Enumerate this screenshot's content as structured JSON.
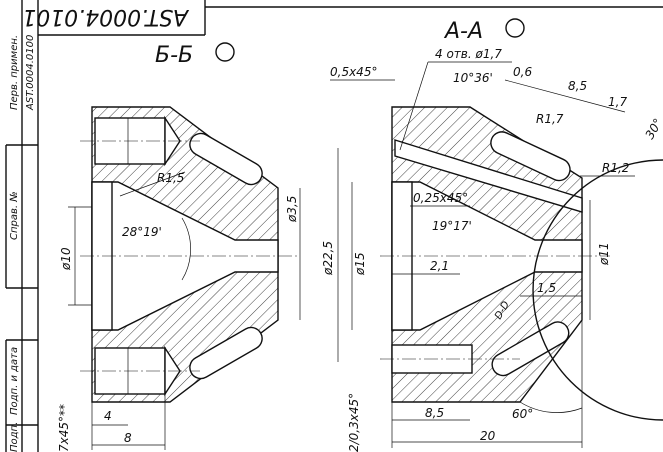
{
  "title_block": {
    "designation": "AST.0004.0101",
    "strip_labels": [
      "Перв. примен.",
      "AST.0004.0100",
      "Справ. №",
      "Подп. и дата",
      "Подп."
    ]
  },
  "views": {
    "left_title": "Б-Б",
    "right_title": "А-А"
  },
  "dimensions": {
    "left": {
      "r15": "R1,5",
      "angle": "28°19'",
      "d10": "ø10",
      "d35": "ø3,5",
      "d225": "ø22,5",
      "l4": "4",
      "l8": "8",
      "chamfer": "7x45°**"
    },
    "right": {
      "chamfer_05": "0,5x45°",
      "holes": "4 отв. ø1,7",
      "angle_1036": "10°36'",
      "r06": "0,6",
      "l85_top": "8,5",
      "l17": "1,7",
      "r17": "R1,7",
      "r12": "R1,2",
      "a30": "30°",
      "chamfer_025": "0,25x45°",
      "angle_1917": "19°17'",
      "d15": "ø15",
      "d11": "ø11",
      "l21": "2,1",
      "l15": "1,5",
      "l85_bot": "8,5",
      "l20": "20",
      "a60": "60°",
      "chamfer_bottom": "2/0,3x45°",
      "section_mark": "D-D"
    }
  }
}
